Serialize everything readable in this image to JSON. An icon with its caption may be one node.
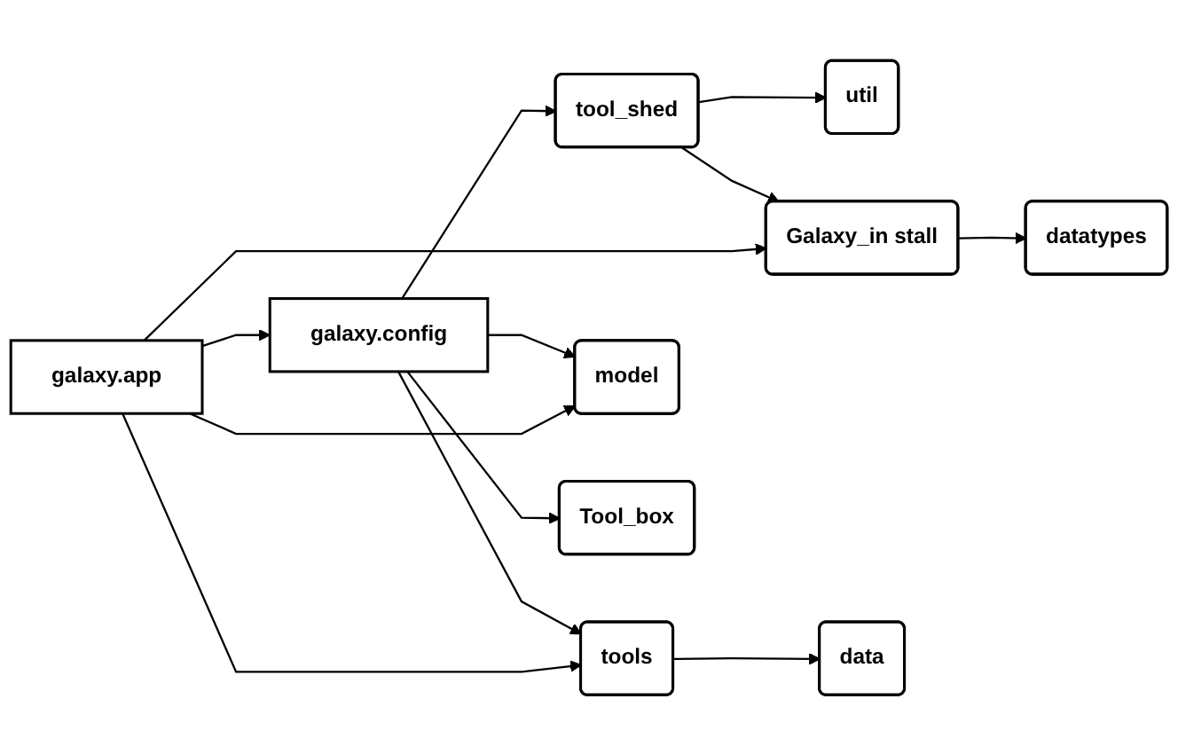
{
  "diagram": {
    "nodes": [
      {
        "text": [
          "tool_shed"
        ]
      },
      {
        "text": [
          "util"
        ]
      },
      {
        "text": [
          "galaxy.config"
        ]
      },
      {
        "text": [
          "galaxy.app"
        ]
      },
      {
        "text": [
          "Galaxy_in stall"
        ]
      },
      {
        "text": [
          "datatypes"
        ]
      },
      {
        "text": [
          "tools"
        ]
      },
      {
        "text": [
          "data"
        ]
      },
      {
        "text": [
          "model"
        ]
      },
      {
        "text": [
          "Tool_box"
        ]
      }
    ],
    "edges": [
      {
        "from": 3,
        "to": 2,
        "arrow": "to"
      },
      {
        "from": 3,
        "to": 4,
        "arrow": "to"
      },
      {
        "from": 3,
        "to": 8,
        "arrow": "to"
      },
      {
        "from": 3,
        "to": 6,
        "arrow": "to"
      },
      {
        "from": 2,
        "to": 0,
        "arrow": "to"
      },
      {
        "from": 2,
        "to": 8,
        "arrow": "to"
      },
      {
        "from": 2,
        "to": 9,
        "arrow": "to"
      },
      {
        "from": 2,
        "to": 6,
        "arrow": "to"
      },
      {
        "from": 0,
        "to": 1,
        "arrow": "to"
      },
      {
        "from": 0,
        "to": 4,
        "arrow": "to"
      },
      {
        "from": 4,
        "to": 5,
        "arrow": "to"
      },
      {
        "from": 6,
        "to": 7,
        "arrow": "to"
      }
    ]
  }
}
